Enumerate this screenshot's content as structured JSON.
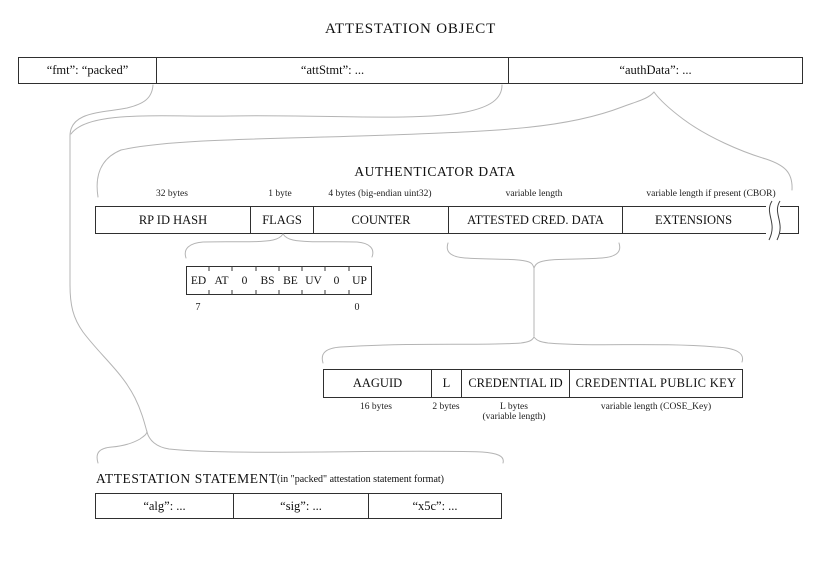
{
  "title": "ATTESTATION OBJECT",
  "attestation_object": {
    "fmt_cell": "“fmt”: “packed”",
    "att_stmt_cell": "“attStmt”: ...",
    "auth_data_cell": "“authData”: ..."
  },
  "authenticator_data": {
    "heading": "AUTHENTICATOR DATA",
    "size_labels": [
      "32 bytes",
      "1 byte",
      "4 bytes (big-endian uint32)",
      "variable length",
      "variable length if present (CBOR)"
    ],
    "fields": [
      "RP ID HASH",
      "FLAGS",
      "COUNTER",
      "ATTESTED CRED. DATA",
      "EXTENSIONS"
    ]
  },
  "flags": {
    "bits": [
      "ED",
      "AT",
      "0",
      "BS",
      "BE",
      "UV",
      "0",
      "UP"
    ],
    "msb_label": "7",
    "lsb_label": "0"
  },
  "attested_cred_data": {
    "fields": [
      "AAGUID",
      "L",
      "CREDENTIAL ID",
      "CREDENTIAL PUBLIC KEY"
    ],
    "size_labels": [
      "16 bytes",
      "2 bytes",
      "L bytes",
      "(variable length)",
      "variable length (COSE_Key)"
    ]
  },
  "attestation_statement": {
    "heading": "ATTESTATION STATEMENT",
    "subheading": "(in \"packed\" attestation statement format)",
    "cells": [
      "“alg”: ...",
      "“sig”: ...",
      "“x5c”: ..."
    ]
  },
  "colors": {
    "connector_line": "#b4b4b4",
    "box_border": "#2f2f2f",
    "text": "#101010",
    "background": "#ffffff"
  }
}
